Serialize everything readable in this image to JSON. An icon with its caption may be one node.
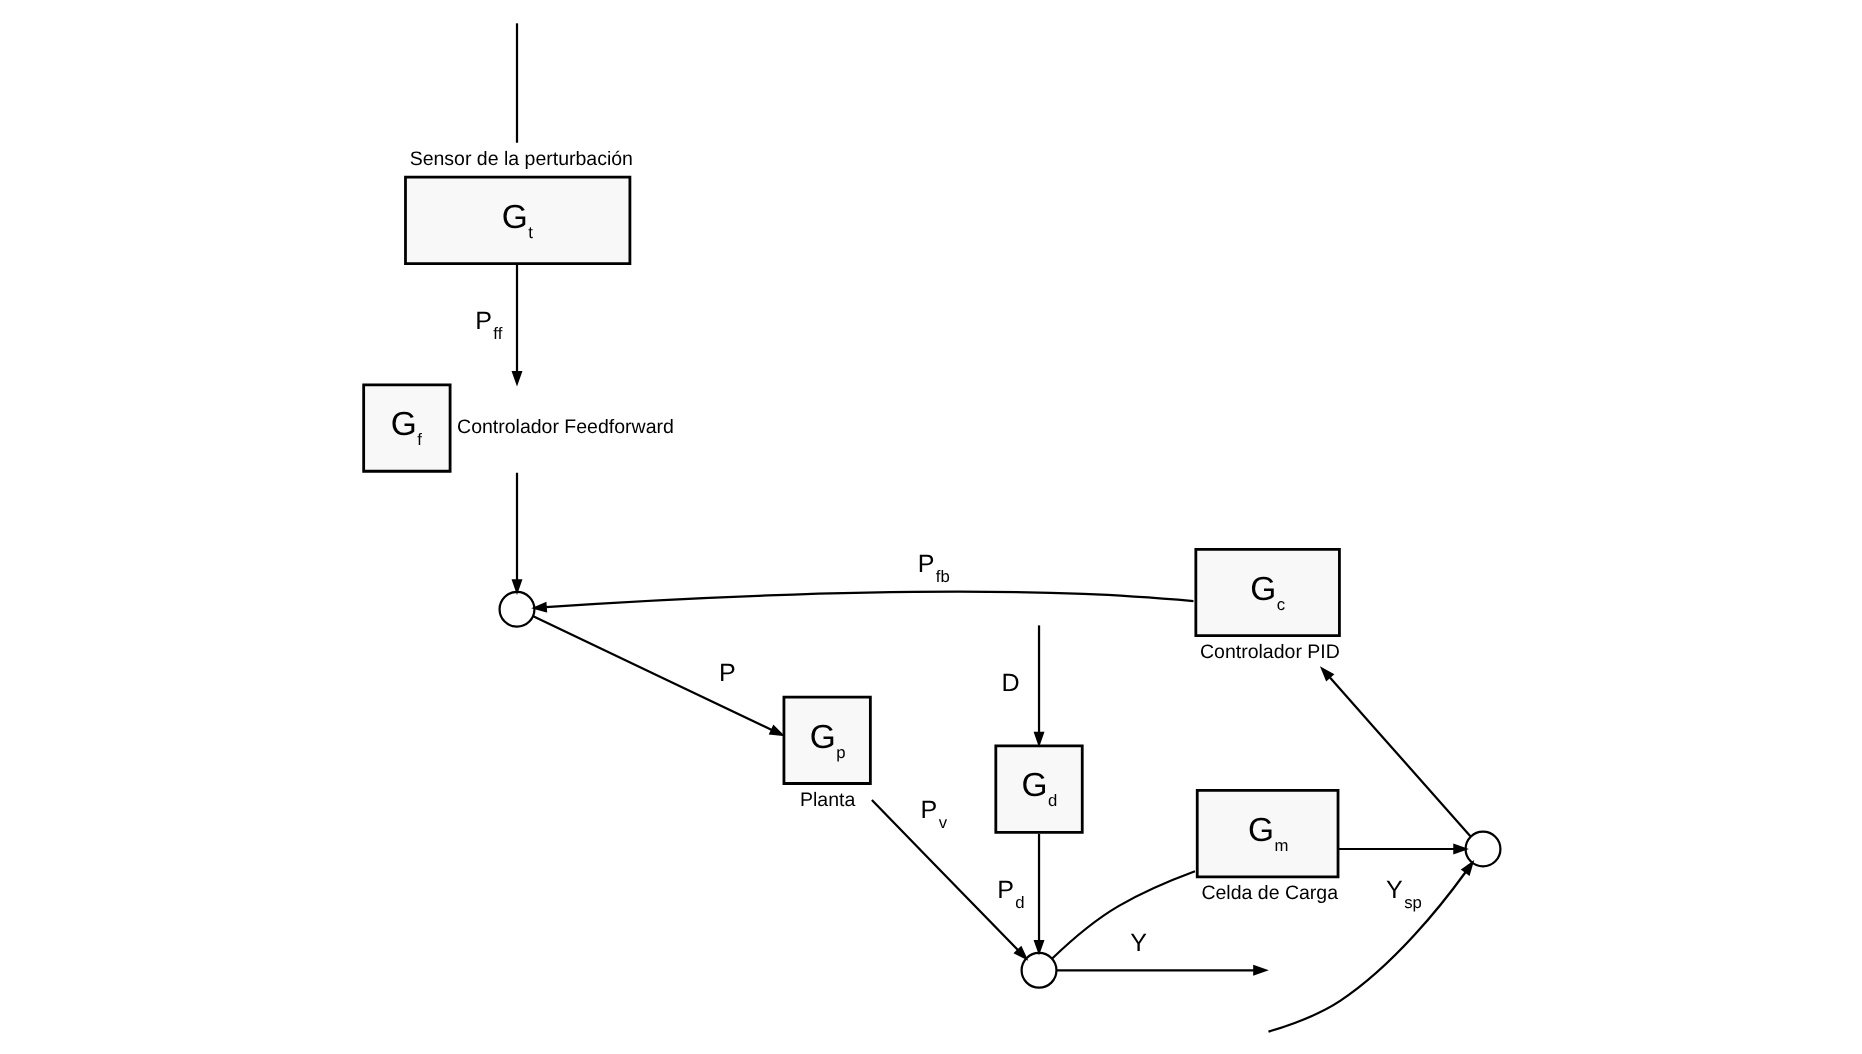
{
  "diagram": {
    "nodes": [
      {
        "text": [
          "G$_{t}$"
        ],
        "beside": [
          "Sensor de la perturbación"
        ]
      },
      {
        "text": [
          "G$_{f}$"
        ],
        "beside": [
          "Controlador Feedforward"
        ]
      },
      {
        "text": [
          "G$_{d}$"
        ]
      },
      {
        "text": [],
        "shape": "circle"
      },
      {
        "text": [
          "G$_{c}$"
        ],
        "beside": [
          "Controlador PID"
        ]
      },
      {
        "text": [],
        "shape": "circle"
      },
      {
        "text": [
          "G$_{p}$"
        ],
        "beside": [
          "Planta"
        ]
      },
      {
        "text": [],
        "shape": "circle"
      },
      {
        "text": [
          "G$_{m}$"
        ],
        "beside": [
          "Celda de Carga"
        ]
      }
    ],
    "edges": [
      {
        "from": null,
        "to": 2,
        "arrow": "to",
        "label": "D"
      },
      {
        "from": null,
        "to": 0,
        "arrow": "none"
      },
      {
        "from": 0,
        "to": 1,
        "arrow": "to",
        "label": "P$_{ff}$"
      },
      {
        "from": null,
        "to": 3,
        "arrow": "to",
        "label": "Y$_{sp}$"
      },
      {
        "from": 3,
        "to": 4,
        "arrow": "to"
      },
      {
        "from": 4,
        "to": 5,
        "arrow": "to",
        "label": "P$_{fb}$"
      },
      {
        "from": 1,
        "to": 5,
        "arrow": "to"
      },
      {
        "from": 5,
        "to": 6,
        "arrow": "to",
        "label": "P"
      },
      {
        "from": 6,
        "to": 7,
        "arrow": "to",
        "label": "P$_{v}$"
      },
      {
        "from": 2,
        "to": 7,
        "arrow": "to",
        "label": "P$_{d}$"
      },
      {
        "from": 7,
        "to": null,
        "arrow": "to",
        "label": "Y"
      },
      {
        "from": 7,
        "to": 8,
        "arrow": "none"
      },
      {
        "from": 8,
        "to": 3,
        "arrow": "to"
      }
    ]
  }
}
